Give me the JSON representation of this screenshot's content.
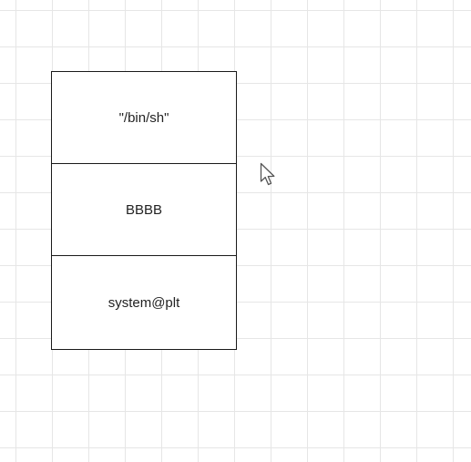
{
  "diagram": {
    "stack_cells": [
      {
        "label": "\"/bin/sh\""
      },
      {
        "label": "BBBB"
      },
      {
        "label": "system@plt"
      }
    ]
  },
  "cursor": {
    "icon": "mouse-pointer-icon"
  }
}
